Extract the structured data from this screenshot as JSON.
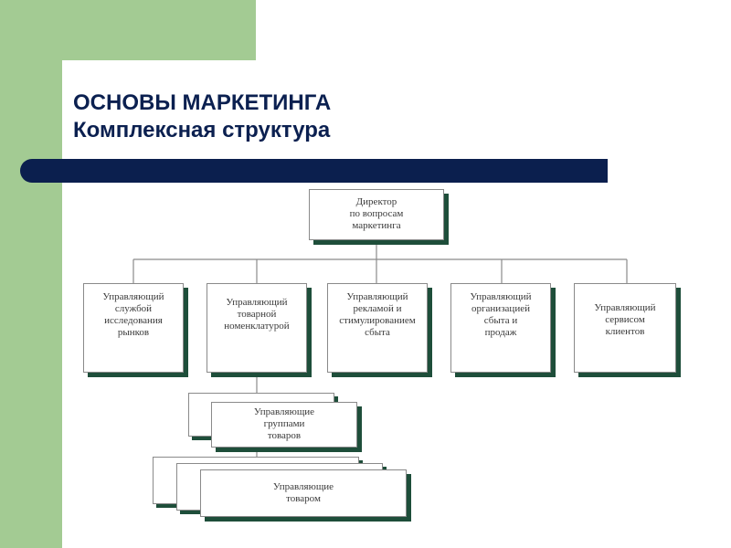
{
  "title": {
    "main": "ОСНОВЫ МАРКЕТИНГА",
    "sub": "Комплексная структура"
  },
  "colors": {
    "accent_green": "#a3cb93",
    "bar_navy": "#0b1f4e",
    "title_navy": "#0b2050",
    "box_shadow": "#1e4e3a"
  },
  "org": {
    "director": [
      "Директор",
      "по вопросам",
      "маркетинга"
    ],
    "managers": [
      [
        "Управляющий",
        "службой",
        "исследования",
        "рынков"
      ],
      [
        "Управляющий",
        "товарной",
        "номенклатурой"
      ],
      [
        "Управляющий",
        "рекламой и",
        "стимулированием",
        "сбыта"
      ],
      [
        "Управляющий",
        "организацией",
        "сбыта и",
        "продаж"
      ],
      [
        "Управляющий",
        "сервисом",
        "клиентов"
      ]
    ],
    "group_managers": [
      "Управляющие",
      "группами",
      "товаров"
    ],
    "product_managers": [
      "Управляющие",
      "товаром"
    ]
  }
}
